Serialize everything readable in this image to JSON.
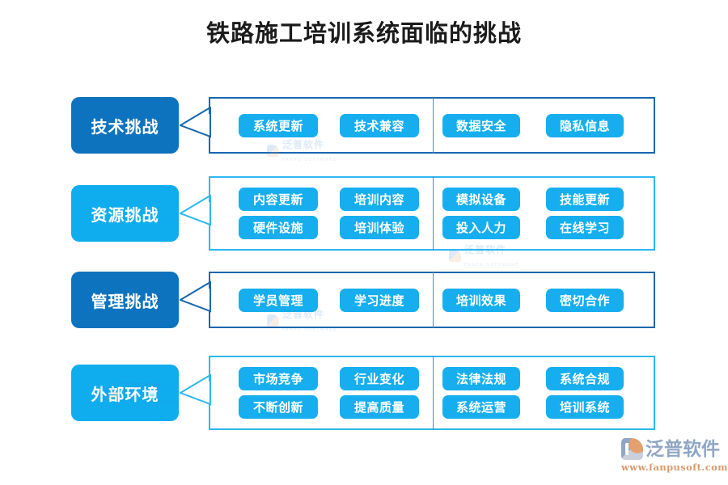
{
  "title": "铁路施工培训系统面临的挑战",
  "colors": {
    "dark_blue": "#0E73BE",
    "bright_cyan": "#0FADEE",
    "pill_blue": "#16AEEF",
    "container_dark_border": "#1766B0",
    "container_light_border": "#2CB8F0",
    "divider": "#5B7FD0",
    "title_text": "#1B1B1B",
    "logo_gray_blue": "#8FA6C4",
    "logo_orange": "#D89A6A"
  },
  "watermark": {
    "cn": "泛普软件",
    "en": "FANPU SOFTWARE"
  },
  "logo": {
    "name": "泛普软件",
    "url": "www.fanpusoft.com"
  },
  "rows": [
    {
      "label": "技术挑战",
      "label_color": "#0E73BE",
      "border_color": "#1766B0",
      "lines": [
        [
          "系统更新",
          "技术兼容",
          "数据安全",
          "隐私信息"
        ]
      ]
    },
    {
      "label": "资源挑战",
      "label_color": "#0FADEE",
      "border_color": "#2CB8F0",
      "lines": [
        [
          "内容更新",
          "培训内容",
          "模拟设备",
          "技能更新"
        ],
        [
          "硬件设施",
          "培训体验",
          "投入人力",
          "在线学习"
        ]
      ]
    },
    {
      "label": "管理挑战",
      "label_color": "#0E73BE",
      "border_color": "#1766B0",
      "lines": [
        [
          "学员管理",
          "学习进度",
          "培训效果",
          "密切合作"
        ]
      ]
    },
    {
      "label": "外部环境",
      "label_color": "#0FADEE",
      "border_color": "#2CB8F0",
      "lines": [
        [
          "市场竞争",
          "行业变化",
          "法律法规",
          "系统合规"
        ],
        [
          "不断创新",
          "提高质量",
          "系统运营",
          "培训系统"
        ]
      ]
    }
  ]
}
